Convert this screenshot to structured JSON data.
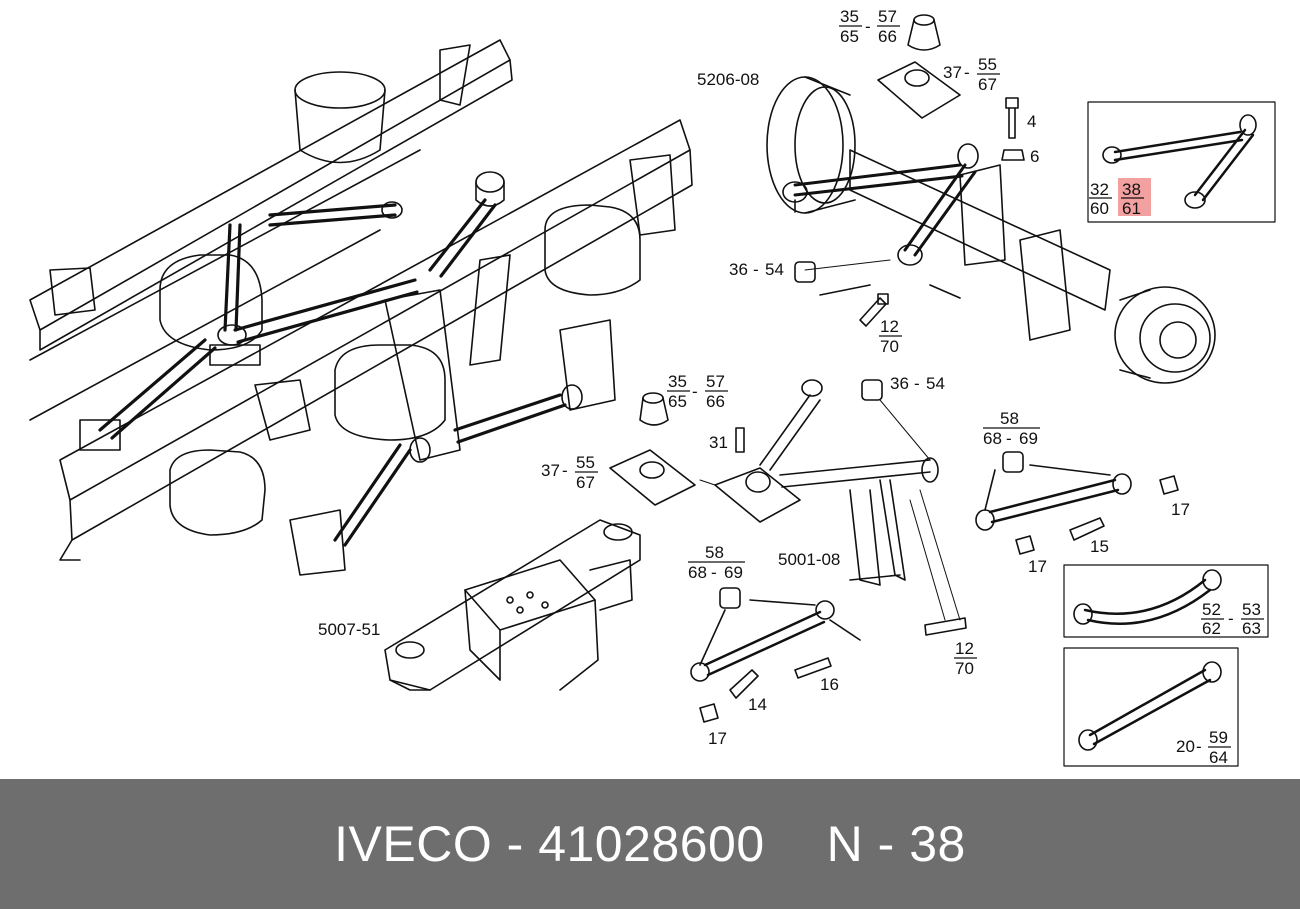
{
  "footer": {
    "brand": "IVECO",
    "sep1": "-",
    "part_number": "41028600",
    "position_label": "N",
    "sep2": "-",
    "position_number": "38"
  },
  "highlight_color": "#f2a0a0",
  "footer_color": "#6e6e6e",
  "group_codes": {
    "axle": "5206-08",
    "crossmember": "5001-08",
    "bracket": "5007-51"
  },
  "callouts": {
    "c_top_35": "35",
    "c_top_65": "65",
    "c_top_dash": "-",
    "c_top_57": "57",
    "c_top_66": "66",
    "c_37a": "37",
    "c_37a_dash": "-",
    "c_37a_55": "55",
    "c_37a_67": "67",
    "c_4": "4",
    "c_6": "6",
    "c_36a": "36",
    "c_36a_dash": "-",
    "c_36a_54": "54",
    "c_12a": "12",
    "c_70a": "70",
    "c_32": "32",
    "c_60": "60",
    "c_38": "38",
    "c_61": "61",
    "c_mid_35": "35",
    "c_mid_65": "65",
    "c_mid_dash": "-",
    "c_mid_57": "57",
    "c_mid_66": "66",
    "c_36b": "36",
    "c_36b_dash": "-",
    "c_36b_54": "54",
    "c_31": "31",
    "c_37b": "37",
    "c_37b_dash": "-",
    "c_37b_55": "55",
    "c_37b_67": "67",
    "c_58a": "58",
    "c_68a": "68",
    "c_68a_dash": "-",
    "c_69a": "69",
    "c_17a": "17",
    "c_15": "15",
    "c_17b": "17",
    "c_58b": "58",
    "c_68b": "68",
    "c_68b_dash": "-",
    "c_69b": "69",
    "c_12b": "12",
    "c_70b": "70",
    "c_14": "14",
    "c_16": "16",
    "c_17c": "17",
    "c_52": "52",
    "c_62": "62",
    "c_52_dash": "-",
    "c_53": "53",
    "c_63": "63",
    "c_20": "20",
    "c_20_dash": "-",
    "c_59": "59",
    "c_64": "64"
  }
}
